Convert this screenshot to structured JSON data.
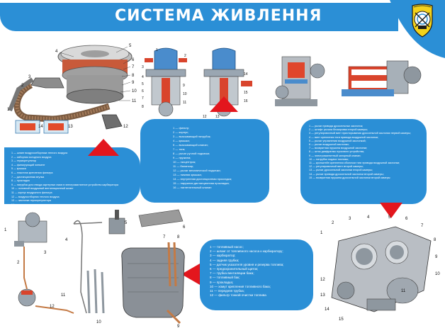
{
  "title": "СИСТЕМА ЖИВЛЕННЯ",
  "colors": {
    "banner": "#2b8fd6",
    "arrow": "#e3161d",
    "panel_text": "#ffffff"
  },
  "legend_air_filter": [
    "1 — шланг воздухоотборника теплого воздуха",
    "2 — заборник холодного воздуха",
    "3 — терморегулятор",
    "4 — фильтрующий элемент",
    "5 — крышка",
    "6 — пластина крепления фильтра",
    "7 — дистанционная втулка",
    "8 — прокладка",
    "9 — патрубок для отвода картерных газов в электромагнитное устройство карбюратора",
    "10 — основной воздушный вентиляционный шланг",
    "11 — корпус воздушного фильтра",
    "12 — воздухоотборник теплого воздуха",
    "13 — заслонка терморегулятора",
    "14 — корпус терморегулятора"
  ],
  "legend_fuel_pump": [
    "1 — фильтр;",
    "2 — корпус;",
    "3 — всасывающий патрубок;",
    "4 — крышка;",
    "5 — всасывающий клапан;",
    "7 — тяга;",
    "8 — рычаг ручной подкачки;",
    "9 — пружина;",
    "10 — эксцентрик;",
    "11 — балансир;",
    "12 — рычаг механической подкачки;",
    "13 — нижняя крышка;",
    "14 — внутренняя дистанционная прокладка;",
    "15 — наружная дистанционная прокладка;",
    "16 — нагнетательный клапан"
  ],
  "legend_carburetor": [
    "1 — рычаг привода дроссельных заслонок;",
    "2 — штифт рычага блокировки второй камеры;",
    "3 — регулировочный винт приоткрывания дроссельной заслонки первой камеры;",
    "4 — винт крепления тяги привода воздушной заслонки;",
    "5 — рычаг управления воздушной заслонкой;",
    "6 — рычаг воздушной заслонки;",
    "7 — возвратная пружина воздушной заслонки;",
    "8 — шток диафрагмы пускового устройства;",
    "9 — электромагнитный запорный клапан;",
    "10 — патрубок подачи топлива;",
    "11 — кронштейн крепления оболочки тяги привода воздушной заслонки;",
    "12 — регулировочный винт второй камеры;",
    "13 — рычаг дроссельной заслонки второй камеры;",
    "14 — рычаг привода дроссельной заслонки второй камеры;",
    "15 — возвратная пружина дроссельной заслонки второй камеры"
  ],
  "legend_fuel_system": [
    "1 — топливный насос;",
    "2 — шланг от топливного насоса к карбюратору;",
    "3 — карбюратор;",
    "4 — задняя трубка;",
    "5 — датчик указателя уровня и резерва топлива;",
    "6 — предохранительный щиток;",
    "7 — трубка вентиляции бака;",
    "8 — топливный бак;",
    "9 — прокладка;",
    "10 — хомут крепления топливного бака;",
    "11 — передняя трубка;",
    "12 — фильтр тонкой очистки топлива"
  ],
  "callouts": {
    "air_filter": [
      "1",
      "2",
      "3",
      "4",
      "5",
      "6",
      "7",
      "8",
      "9",
      "10",
      "11",
      "12",
      "13",
      "14"
    ],
    "fuel_pump": [
      "1",
      "2",
      "3",
      "4",
      "5",
      "6",
      "7",
      "8",
      "9",
      "10",
      "11",
      "12",
      "13",
      "14",
      "15",
      "16"
    ],
    "fuel_system": [
      "1",
      "2",
      "3",
      "4",
      "5",
      "6",
      "7",
      "8",
      "9",
      "10",
      "11",
      "12"
    ],
    "carburetor": [
      "1",
      "2",
      "3",
      "4",
      "5",
      "6",
      "7",
      "8",
      "9",
      "10",
      "11",
      "12",
      "13",
      "14",
      "15"
    ]
  }
}
